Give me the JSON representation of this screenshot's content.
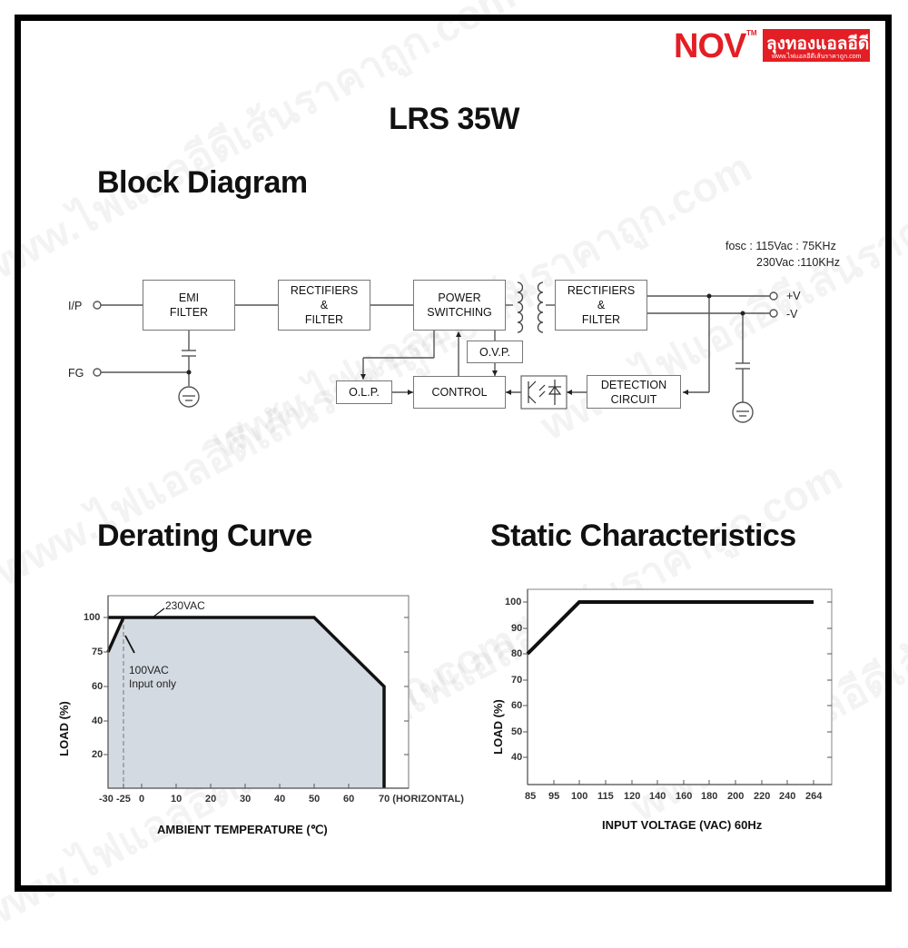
{
  "brand": {
    "logo_text": "NOV",
    "trademark": "TM",
    "thai_name": "ลุงทองแอลอีดี",
    "website": "www.ไฟแอลอีดีเส้นราคาถูก.com",
    "color": "#e31e24"
  },
  "watermark": {
    "texts": [
      "www.ไฟแอลอีดีเส้นราคาถูก.com"
    ]
  },
  "page": {
    "title": "LRS 35W"
  },
  "block_diagram": {
    "heading": "Block Diagram",
    "fosc_line1": "fosc : 115Vac : 75KHz",
    "fosc_line2": "230Vac :110KHz",
    "terminals": {
      "input": "I/P",
      "frame_ground": "FG",
      "positive": "+V",
      "negative": "-V"
    },
    "blocks": {
      "emi_filter": [
        "EMI",
        "FILTER"
      ],
      "rectifiers_in": [
        "RECTIFIERS",
        "&",
        "FILTER"
      ],
      "power_switching": [
        "POWER",
        "SWITCHING"
      ],
      "rectifiers_out": [
        "RECTIFIERS",
        "&",
        "FILTER"
      ],
      "ovp": "O.V.P.",
      "olp": "O.L.P.",
      "control": "CONTROL",
      "detection": [
        "DETECTION",
        "CIRCUIT"
      ]
    }
  },
  "derating_curve": {
    "heading": "Derating Curve",
    "annotation_230": "230VAC",
    "annotation_100_line1": "100VAC",
    "annotation_100_line2": "Input only",
    "ylabel": "LOAD (%)",
    "xlabel": "AMBIENT TEMPERATURE (℃)",
    "y_ticks": [
      "100",
      "75",
      "60",
      "40",
      "20"
    ],
    "x_ticks": [
      "-30",
      "-25",
      "0",
      "10",
      "20",
      "30",
      "40",
      "50",
      "60",
      "70 (HORIZONTAL)"
    ]
  },
  "static_characteristics": {
    "heading": "Static Characteristics",
    "ylabel": "LOAD (%)",
    "xlabel": "INPUT VOLTAGE (VAC) 60Hz",
    "y_ticks": [
      "100",
      "90",
      "80",
      "70",
      "60",
      "50",
      "40"
    ],
    "x_ticks": [
      "85",
      "95",
      "100",
      "115",
      "120",
      "140",
      "160",
      "180",
      "200",
      "220",
      "240",
      "264"
    ]
  },
  "chart_data": [
    {
      "type": "area",
      "title": "Derating Curve",
      "xlabel": "AMBIENT TEMPERATURE (℃)",
      "ylabel": "LOAD (%)",
      "x_ticks": [
        -30,
        -25,
        0,
        10,
        20,
        30,
        40,
        50,
        60,
        70
      ],
      "y_ticks": [
        20,
        40,
        60,
        75,
        100
      ],
      "xlim": [
        -30,
        70
      ],
      "ylim": [
        0,
        100
      ],
      "series": [
        {
          "name": "230VAC",
          "x": [
            -30,
            -25,
            50,
            70,
            70
          ],
          "y": [
            75,
            100,
            100,
            60,
            0
          ]
        },
        {
          "name": "100VAC Input only",
          "x": [
            -30,
            -25
          ],
          "y": [
            75,
            100
          ],
          "note": "dashed vertical guide at -25"
        }
      ],
      "annotations": [
        "230VAC",
        "100VAC Input only",
        "70 (HORIZONTAL)"
      ],
      "grid": false
    },
    {
      "type": "line",
      "title": "Static Characteristics",
      "xlabel": "INPUT VOLTAGE (VAC) 60Hz",
      "ylabel": "LOAD (%)",
      "categories": [
        "85",
        "95",
        "100",
        "115",
        "120",
        "140",
        "160",
        "180",
        "200",
        "220",
        "240",
        "264"
      ],
      "x_ticks": [
        85,
        95,
        100,
        115,
        120,
        140,
        160,
        180,
        200,
        220,
        240,
        264
      ],
      "y_ticks": [
        40,
        50,
        60,
        70,
        80,
        90,
        100
      ],
      "ylim": [
        30,
        105
      ],
      "series": [
        {
          "name": "Load",
          "x": [
            85,
            100,
            264
          ],
          "y": [
            80,
            100,
            100
          ]
        }
      ],
      "grid": false
    }
  ]
}
